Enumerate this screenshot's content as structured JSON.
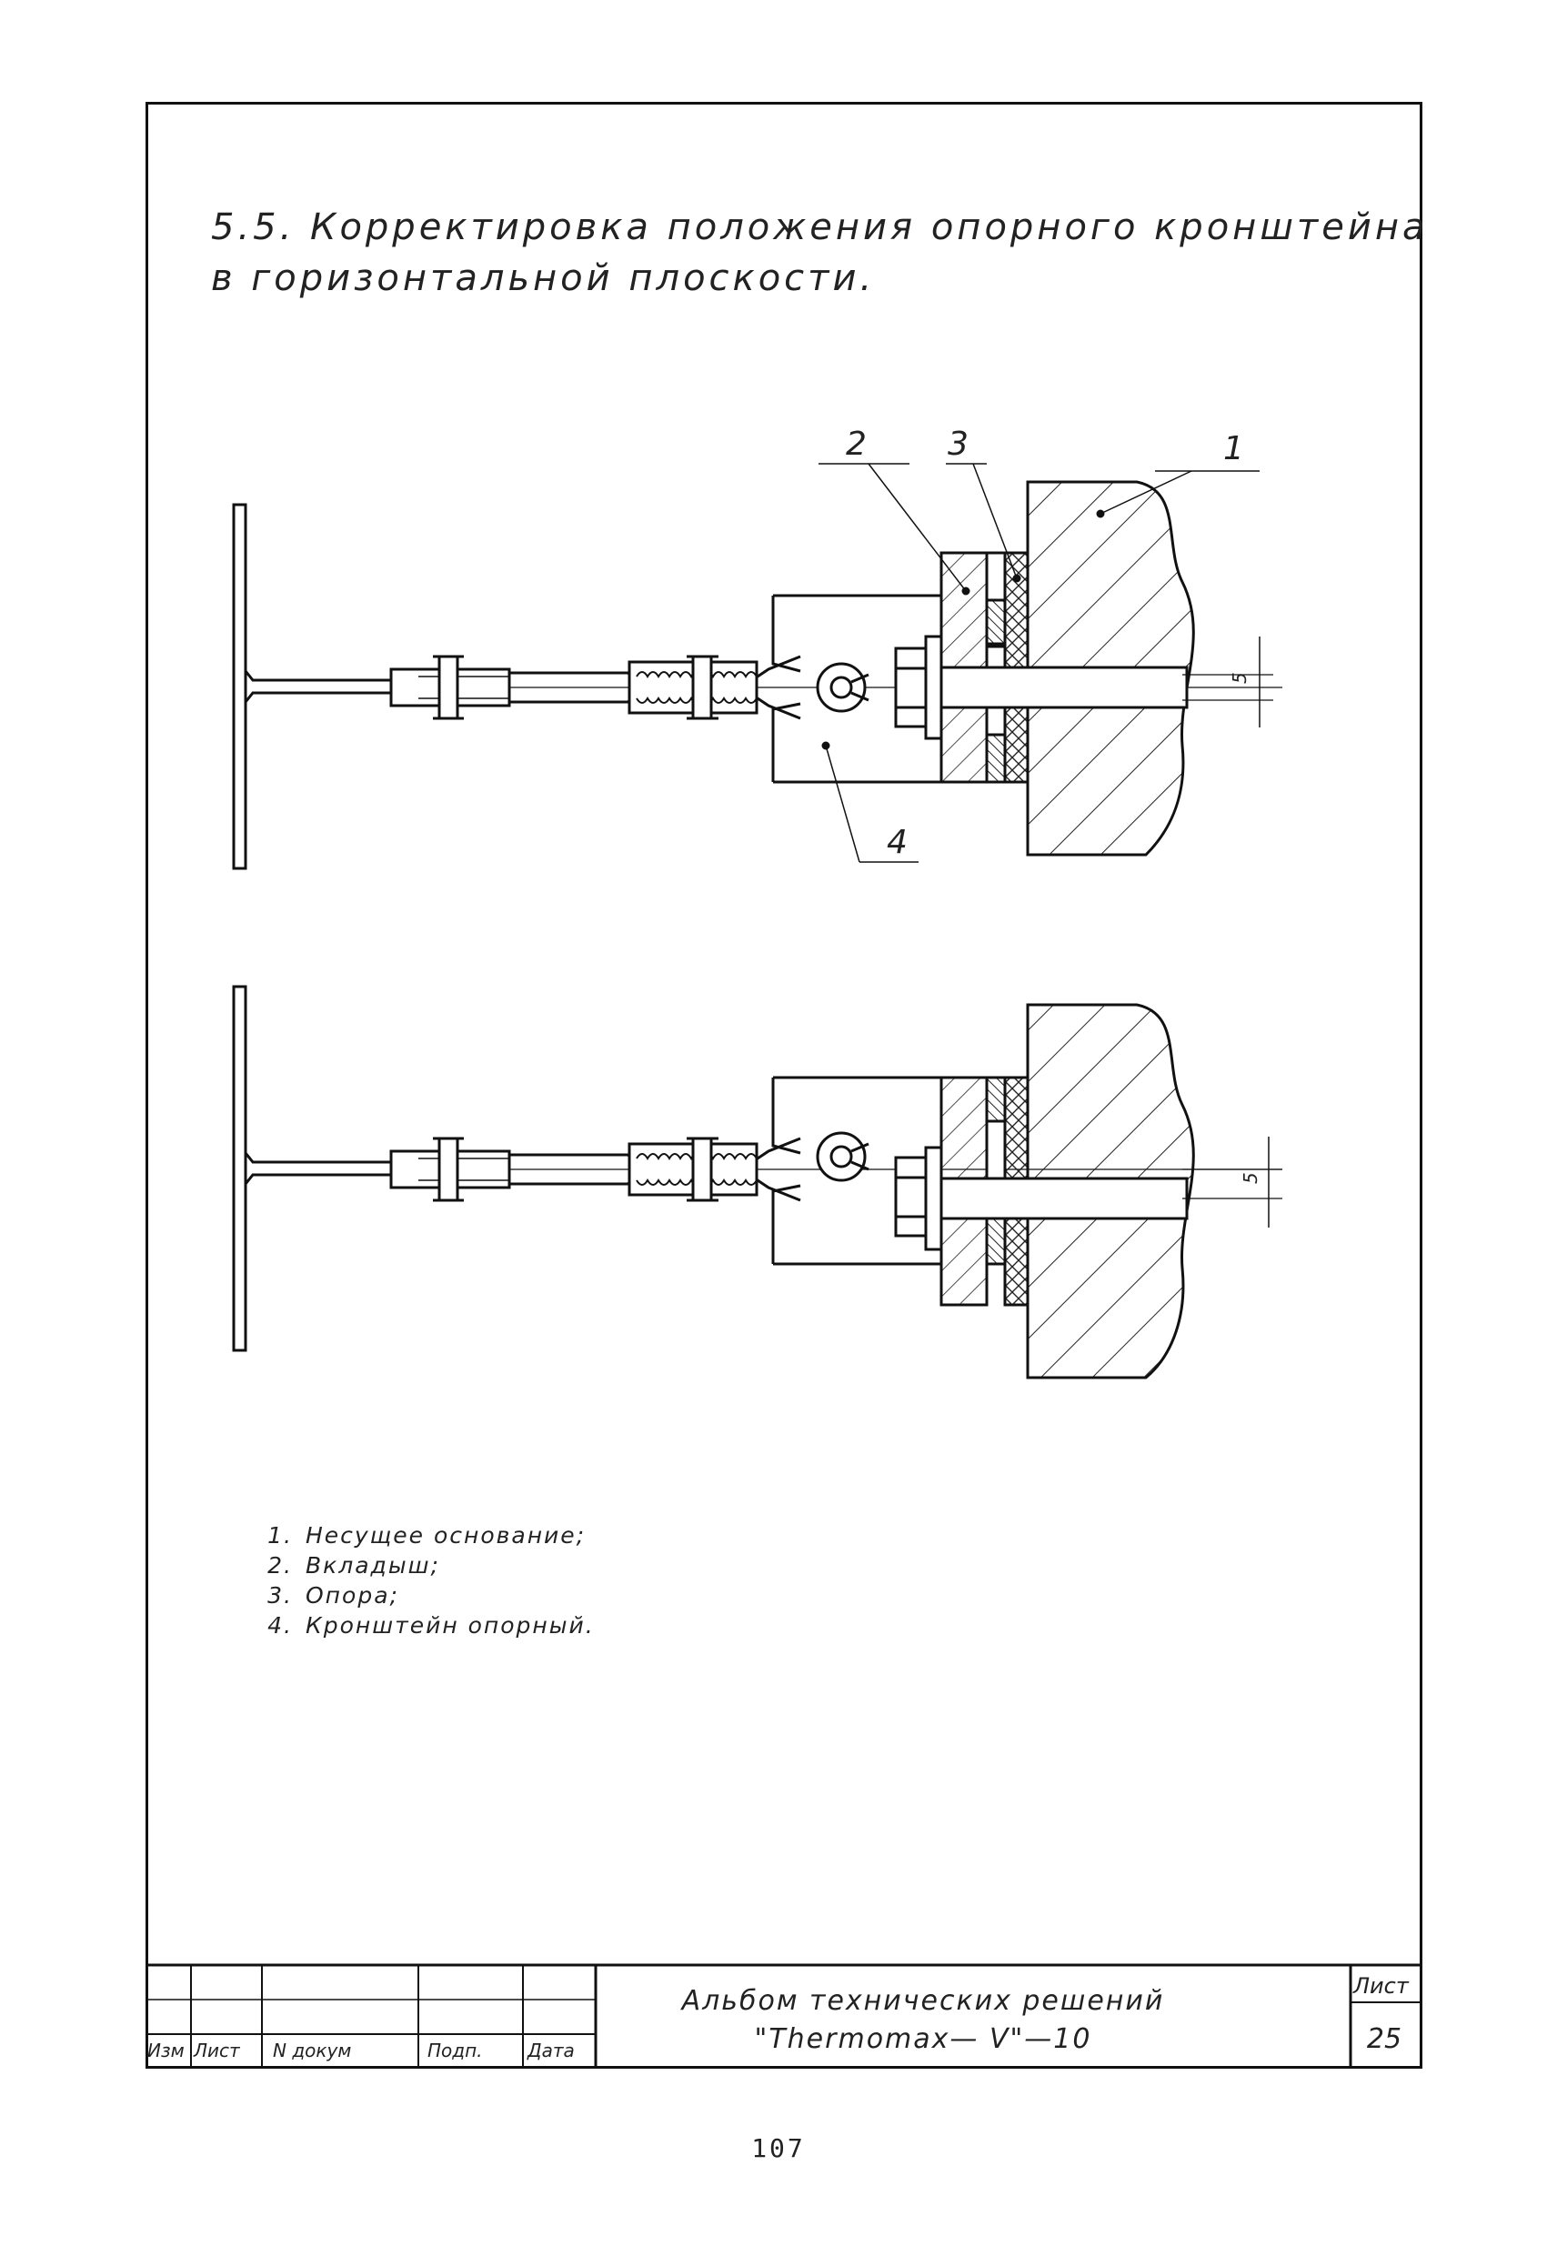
{
  "title": {
    "line1": "5.5. Корректировка положения опорного кронштейна",
    "line2": "в горизонтальной плоскости."
  },
  "drawing": {
    "callouts": [
      "2",
      "3",
      "1",
      "4"
    ],
    "dimension_top": "5",
    "dimension_bottom": "5"
  },
  "legend": [
    {
      "num": "1.",
      "text": "Несущее основание;"
    },
    {
      "num": "2.",
      "text": "Вкладыш;"
    },
    {
      "num": "3.",
      "text": "Опора;"
    },
    {
      "num": "4.",
      "text": "Кронштейн опорный."
    }
  ],
  "title_block": {
    "album_line1": "Альбом технических решений",
    "album_line2": "\"Thermomax— V\"—10",
    "sheet_label": "Лист",
    "sheet_number": "25",
    "columns": [
      "Изм",
      "Лист",
      "N докум",
      "Подп.",
      "Дата"
    ]
  },
  "page_number": "107"
}
